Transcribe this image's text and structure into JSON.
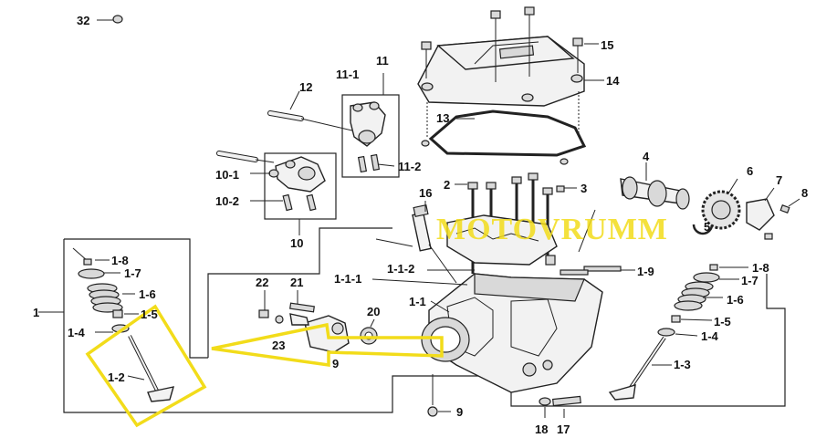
{
  "watermark": "MOTOVRUMM",
  "labels": {
    "l32": "32",
    "l15": "15",
    "l14": "14",
    "l13": "13",
    "l12": "12",
    "l11": "11",
    "l11_1": "11-1",
    "l11_2": "11-2",
    "l10_1": "10-1",
    "l10_2": "10-2",
    "l10": "10",
    "l16": "16",
    "l2": "2",
    "l3": "3",
    "l4": "4",
    "l5": "5",
    "l6": "6",
    "l7": "7",
    "l8": "8",
    "l1_8_left": "1-8",
    "l1_7_left": "1-7",
    "l1_6_left": "1-6",
    "l1_5_left": "1-5",
    "l1_4_left": "1-4",
    "l1_2": "1-2",
    "l1": "1",
    "l22": "22",
    "l21": "21",
    "l20": "20",
    "l23": "23",
    "l9_mid": "9",
    "l9_bottom": "9",
    "l1_1_1": "1-1-1",
    "l1_1_2": "1-1-2",
    "l1_1": "1-1",
    "l1_9": "1-9",
    "l1_8_right": "1-8",
    "l1_7_right": "1-7",
    "l1_6_right": "1-6",
    "l1_5_right": "1-5",
    "l1_4_right": "1-4",
    "l1_3": "1-3",
    "l18": "18",
    "l17": "17"
  }
}
